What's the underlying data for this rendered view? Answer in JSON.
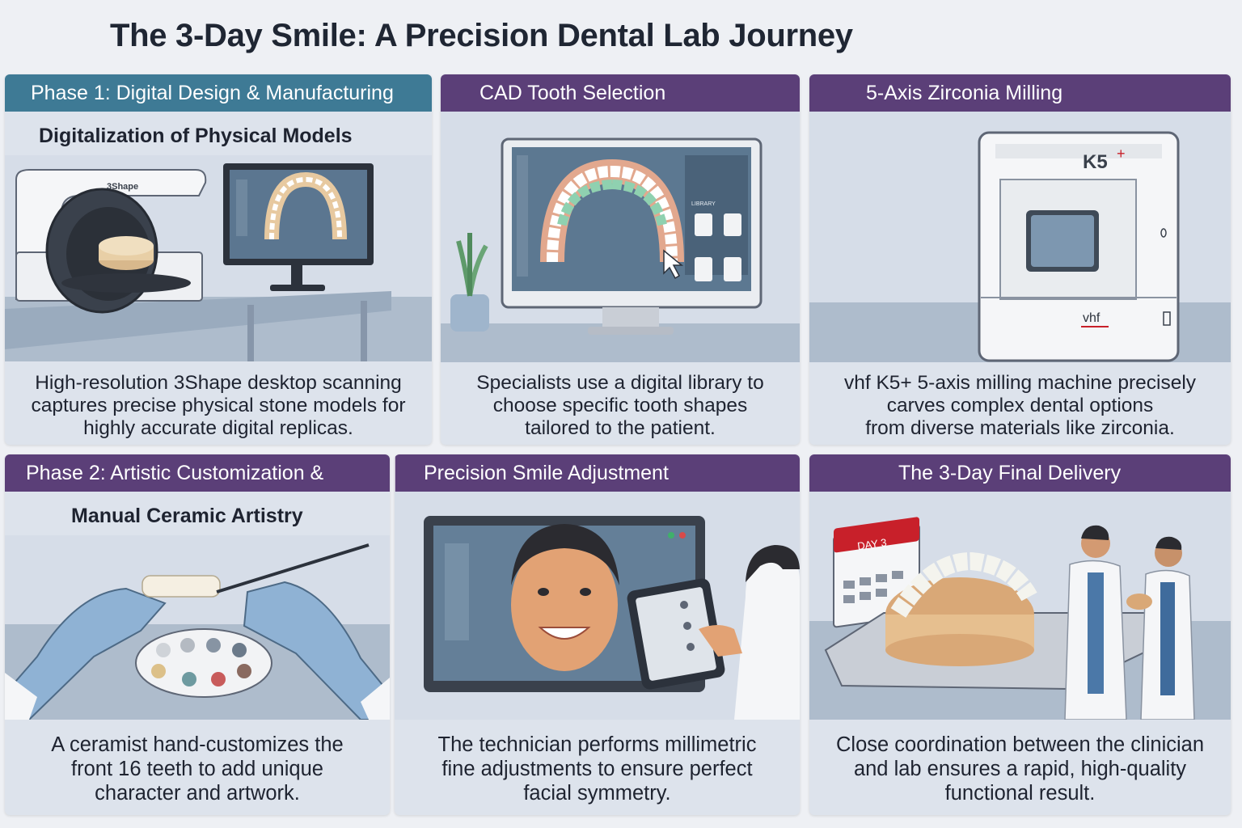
{
  "title": "The 3-Day Smile: A Precision Dental Lab Journey",
  "colors": {
    "phase1_header": "#3e7a95",
    "step_header": "#5b3f78",
    "card_bg": "#dde3ec",
    "vhf_red": "#c8202a"
  },
  "cards": [
    {
      "header": "Phase 1: Digital Design & Manufacturing",
      "subtitle": "Digitalization of Physical Models",
      "scanner_brand": "3Shape",
      "text": [
        "High-resolution 3Shape desktop scanning",
        "captures precise physical stone models for",
        "highly accurate digital replicas."
      ]
    },
    {
      "header": "CAD Tooth Selection",
      "library_label": "LIBRARY",
      "text": [
        "Specialists use a digital library to",
        "choose specific tooth shapes",
        "tailored to the patient."
      ]
    },
    {
      "header": "5-Axis Zirconia Milling",
      "machine_model": "K5",
      "machine_plus": "+",
      "machine_brand": "vhf",
      "text": [
        "vhf K5+ 5-axis milling machine precisely",
        "carves complex dental options",
        "from diverse materials like zirconia."
      ]
    },
    {
      "header": "Phase 2: Artistic Customization &",
      "subtitle": "Manual Ceramic Artistry",
      "text": [
        "A ceramist hand-customizes the",
        "front 16 teeth to add unique",
        "character and artwork."
      ]
    },
    {
      "header": "Precision Smile Adjustment",
      "text": [
        "The technician performs millimetric",
        "fine adjustments to ensure perfect",
        "facial symmetry."
      ]
    },
    {
      "header": "The 3-Day Final Delivery",
      "calendar_label": "DAY 3",
      "text": [
        "Close coordination between the clinician",
        "and lab ensures a rapid, high-quality",
        "functional result."
      ]
    }
  ]
}
